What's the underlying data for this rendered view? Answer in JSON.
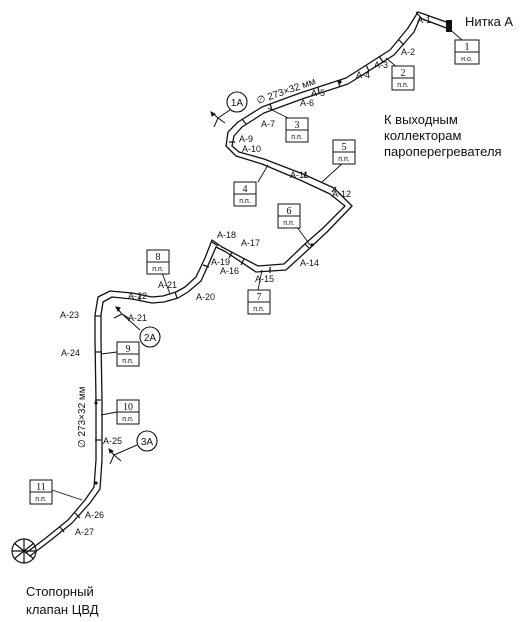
{
  "line_name": "Нитка А",
  "destination_note": [
    "К выходным",
    "коллекторам",
    "пароперегревателя"
  ],
  "valve_label": [
    "Стопорный",
    "клапан ЦВД"
  ],
  "diameter_labels": [
    "∅ 273×32 мм",
    "∅ 273×32 мм"
  ],
  "point_labels": [
    "А-1",
    "А-2",
    "А-3",
    "А-4",
    "А-5",
    "А-6",
    "А-7",
    "А-9",
    "А-10",
    "А-11",
    "А-12",
    "А-14",
    "А-15",
    "А-16",
    "А-17",
    "А-18",
    "А-19",
    "А-20",
    "А-21",
    "А-21",
    "А-22",
    "А-23",
    "А-24",
    "А-25",
    "А-26",
    "А-27"
  ],
  "support_boxes": [
    {
      "num": "1",
      "type": "н.о."
    },
    {
      "num": "2",
      "type": "п.п."
    },
    {
      "num": "3",
      "type": "п.п."
    },
    {
      "num": "4",
      "type": "п.п."
    },
    {
      "num": "5",
      "type": "п.п."
    },
    {
      "num": "6",
      "type": "п.п."
    },
    {
      "num": "7",
      "type": "п.п."
    },
    {
      "num": "8",
      "type": "п.п."
    },
    {
      "num": "9",
      "type": "п.п."
    },
    {
      "num": "10",
      "type": "п.п."
    },
    {
      "num": "11",
      "type": "п.п."
    }
  ],
  "circle_markers": [
    "1А",
    "2А",
    "3А"
  ]
}
